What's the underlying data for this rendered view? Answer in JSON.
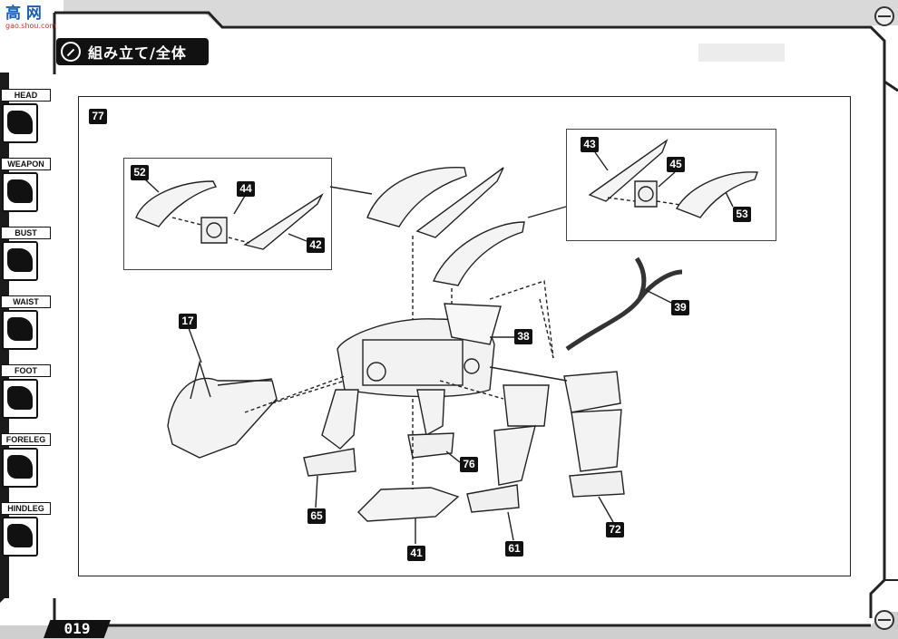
{
  "logo": {
    "main": "高 网",
    "sub": "gao.shou.com"
  },
  "header": {
    "title": "組み立て/全体"
  },
  "sidebar": {
    "items": [
      {
        "label": "HEAD"
      },
      {
        "label": "WEAPON"
      },
      {
        "label": "BUST"
      },
      {
        "label": "WAIST"
      },
      {
        "label": "FOOT"
      },
      {
        "label": "FORELEG"
      },
      {
        "label": "HINDLEG"
      }
    ]
  },
  "step": {
    "number": "77"
  },
  "parts": {
    "p52": "52",
    "p44": "44",
    "p42": "42",
    "p43": "43",
    "p45": "45",
    "p53": "53",
    "p39": "39",
    "p17": "17",
    "p38": "38",
    "p76": "76",
    "p65": "65",
    "p41": "41",
    "p61": "61",
    "p72": "72"
  },
  "footer": {
    "page_number": "019"
  }
}
